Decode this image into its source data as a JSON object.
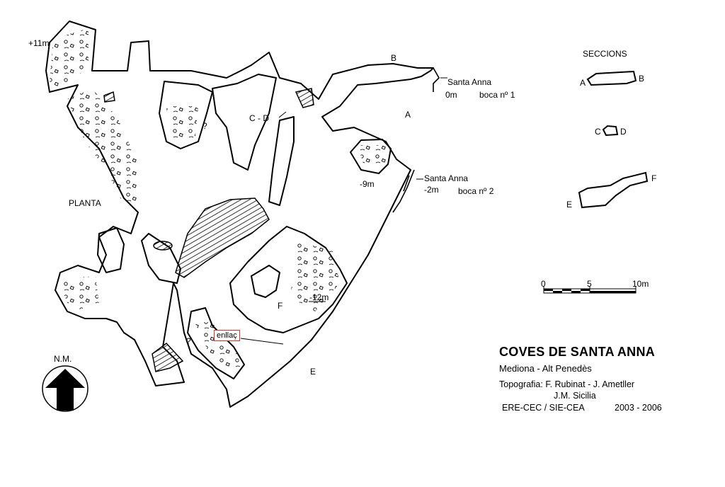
{
  "map": {
    "title": "COVES DE SANTA ANNA",
    "location": "Mediona - Alt Penedès",
    "credits": {
      "line1": "Topografia: F. Rubinat - J. Ametller",
      "line2": "J.M. Sicilia",
      "line3_org": "ERE-CEC  /  SIE-CEA",
      "line3_years": "2003 - 2006"
    },
    "north": "N.M.",
    "view_label": "PLANTA",
    "sections_label": "SECCIONS",
    "scale": {
      "ticks": [
        "0",
        "5",
        "10m"
      ]
    },
    "entrances": [
      {
        "name": "Santa Anna",
        "depth": "0m",
        "mouth": "boca nº 1"
      },
      {
        "name": "Santa Anna",
        "depth": "-2m",
        "mouth": "boca nº 2"
      }
    ],
    "depths": {
      "top_left": "+11m",
      "middle": "-9m",
      "lower": "-12m"
    },
    "section_marks": {
      "a": "A",
      "b": "B",
      "cd": "C - D",
      "c": "C",
      "d": "D",
      "e": "E",
      "f": "F"
    },
    "unknowns": {
      "q1": "?",
      "q2": "?"
    },
    "link_label": "enllaç",
    "colors": {
      "ink": "#000000",
      "paper": "#ffffff",
      "link_box": "#c0392b"
    }
  }
}
